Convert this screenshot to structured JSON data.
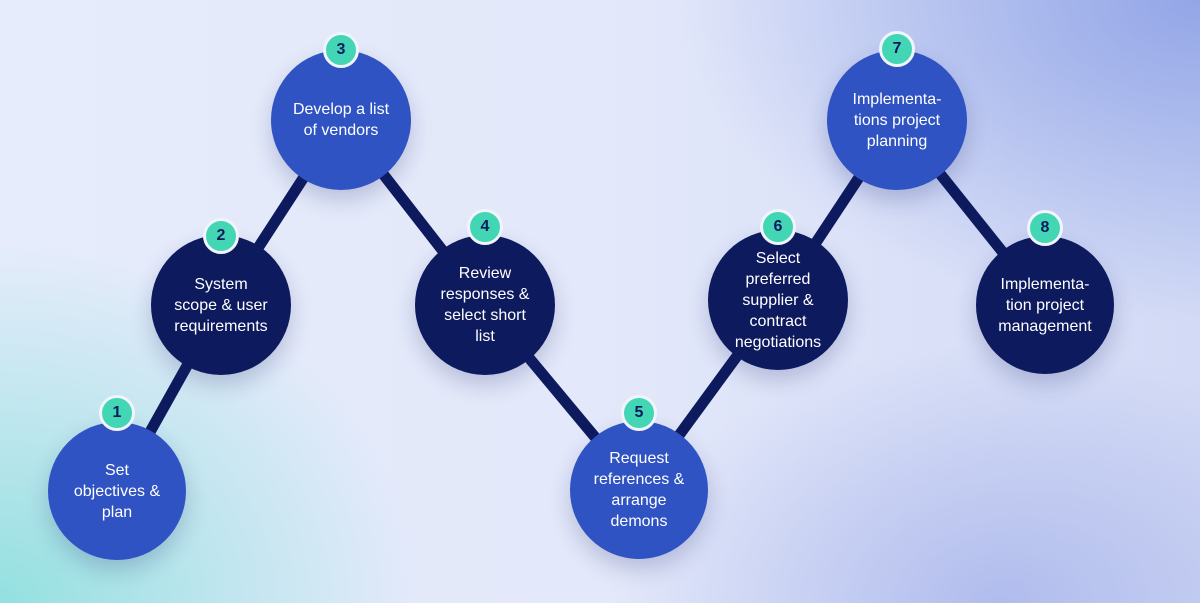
{
  "colors": {
    "blue_circle": "#2f53c3",
    "navy_circle": "#0d1a5e",
    "connector": "#0d1a5e",
    "badge": "#43d6b4",
    "badge_text": "#0d1a5e"
  },
  "steps": [
    {
      "number": "1",
      "label": "Set\nobjectives &\nplan",
      "style": "blue"
    },
    {
      "number": "2",
      "label": "System\nscope &  user\nrequirements",
      "style": "navy"
    },
    {
      "number": "3",
      "label": "Develop a list\nof vendors",
      "style": "blue"
    },
    {
      "number": "4",
      "label": "Review\nresponses &\nselect short\nlist",
      "style": "navy"
    },
    {
      "number": "5",
      "label": "Request\nreferences &\narrange\ndemons",
      "style": "blue"
    },
    {
      "number": "6",
      "label": "Select\npreferred\nsupplier &\ncontract\nnegotiations",
      "style": "navy"
    },
    {
      "number": "7",
      "label": "Implementa-\ntions project\nplanning",
      "style": "blue"
    },
    {
      "number": "8",
      "label": "Implementa-\ntion project\nmanagement",
      "style": "navy"
    }
  ]
}
